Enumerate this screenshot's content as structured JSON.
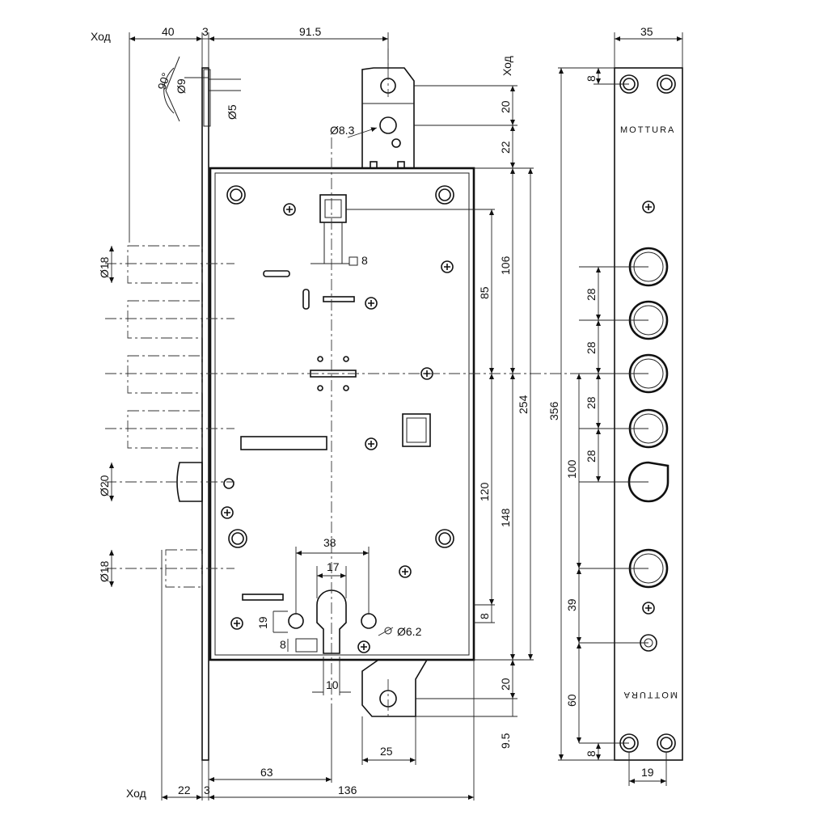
{
  "labels": {
    "stroke": "Ход",
    "brand": "MOTTURA"
  },
  "dimensions": {
    "top_40": "40",
    "top_3": "3",
    "top_91_5": "91.5",
    "angle_90": "90°",
    "dia_9": "Ø9",
    "dia_5": "Ø5",
    "dia_8_3": "Ø8.3",
    "dia_18_top": "Ø18",
    "dia_20": "Ø20",
    "dia_18_bottom": "Ø18",
    "sq_8": "8",
    "dia_6_2": "Ø6.2",
    "d38": "38",
    "d17": "17",
    "d10": "10",
    "d19_small": "19",
    "d8_small": "8",
    "d25": "25",
    "d63": "63",
    "d136": "136",
    "d22": "22",
    "d3_bottom": "3",
    "r20_top": "20",
    "r22": "22",
    "r106": "106",
    "r85": "85",
    "r254": "254",
    "r356": "356",
    "r120": "120",
    "r148": "148",
    "r8_mid": "8",
    "r20_bottom": "20",
    "r9_5": "9.5",
    "fp_35": "35",
    "fp_8_top": "8",
    "fp_28_a": "28",
    "fp_28_b": "28",
    "fp_28_c": "28",
    "fp_28_d": "28",
    "fp_100": "100",
    "fp_39": "39",
    "fp_60": "60",
    "fp_8_bottom": "8",
    "fp_19": "19"
  }
}
